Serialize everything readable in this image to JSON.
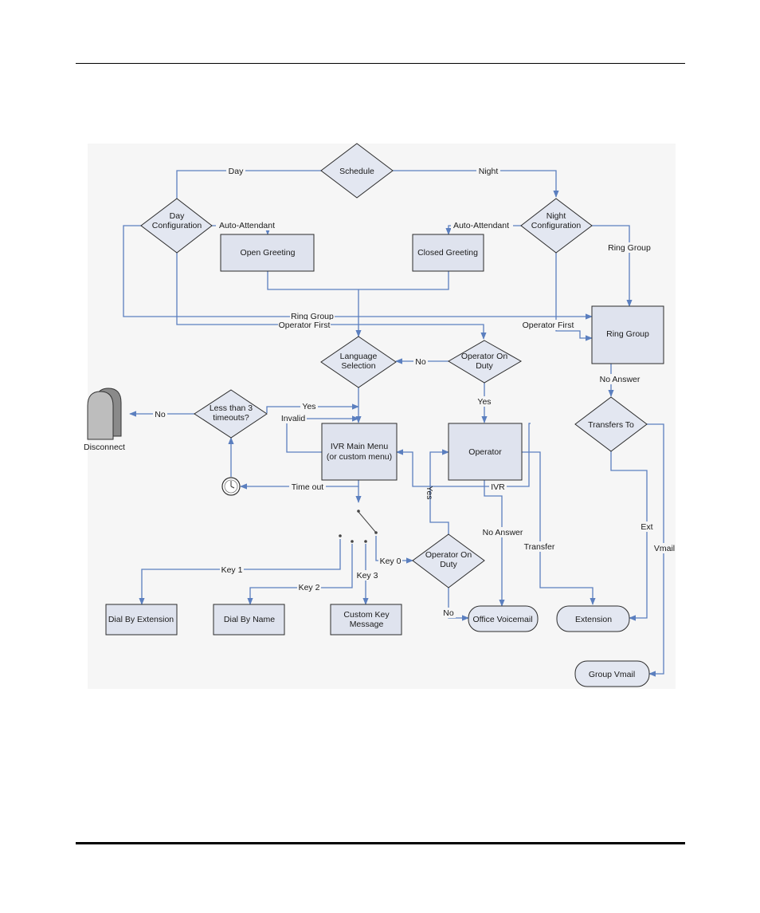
{
  "diagram": {
    "nodes": {
      "schedule": "Schedule",
      "day_config": [
        "Day",
        "Configuration"
      ],
      "night_config": [
        "Night",
        "Configuration"
      ],
      "open_greeting": "Open Greeting",
      "closed_greeting": "Closed Greeting",
      "ring_group": "Ring Group",
      "language_selection": [
        "Language",
        "Selection"
      ],
      "operator_on_duty_top": [
        "Operator On",
        "Duty"
      ],
      "less_than_3": [
        "Less than 3",
        "timeouts?"
      ],
      "disconnect": "Disconnect",
      "ivr_main_menu": [
        "IVR Main Menu",
        "(or custom menu)"
      ],
      "operator": "Operator",
      "transfers_to": "Transfers To",
      "operator_on_duty_bottom": [
        "Operator On",
        "Duty"
      ],
      "dial_by_extension": "Dial By Extension",
      "dial_by_name": "Dial By Name",
      "custom_key_message": [
        "Custom Key",
        "Message"
      ],
      "office_voicemail": "Office Voicemail",
      "extension": "Extension",
      "group_vmail": "Group Vmail"
    },
    "edge_labels": {
      "day": "Day",
      "night": "Night",
      "auto_attendant_day": "Auto-Attendant",
      "auto_attendant_night": "Auto-Attendant",
      "ring_group_night": "Ring Group",
      "ring_group_day": "Ring Group",
      "operator_first_day": "Operator First",
      "operator_first_night": "Operator First",
      "no_operator": "No",
      "yes_operator": "Yes",
      "no_answer_ring": "No Answer",
      "yes_timeouts": "Yes",
      "invalid": "Invalid",
      "no_disconnect": "No",
      "time_out": "Time out",
      "ivr": "IVR",
      "yes_key0": "Yes",
      "no_answer_operator": "No Answer",
      "transfer": "Transfer",
      "ext": "Ext",
      "vmail": "Vmail",
      "key1": "Key 1",
      "key2": "Key 2",
      "key3": "Key 3",
      "key0": "Key 0",
      "no_voicemail": "No"
    }
  }
}
